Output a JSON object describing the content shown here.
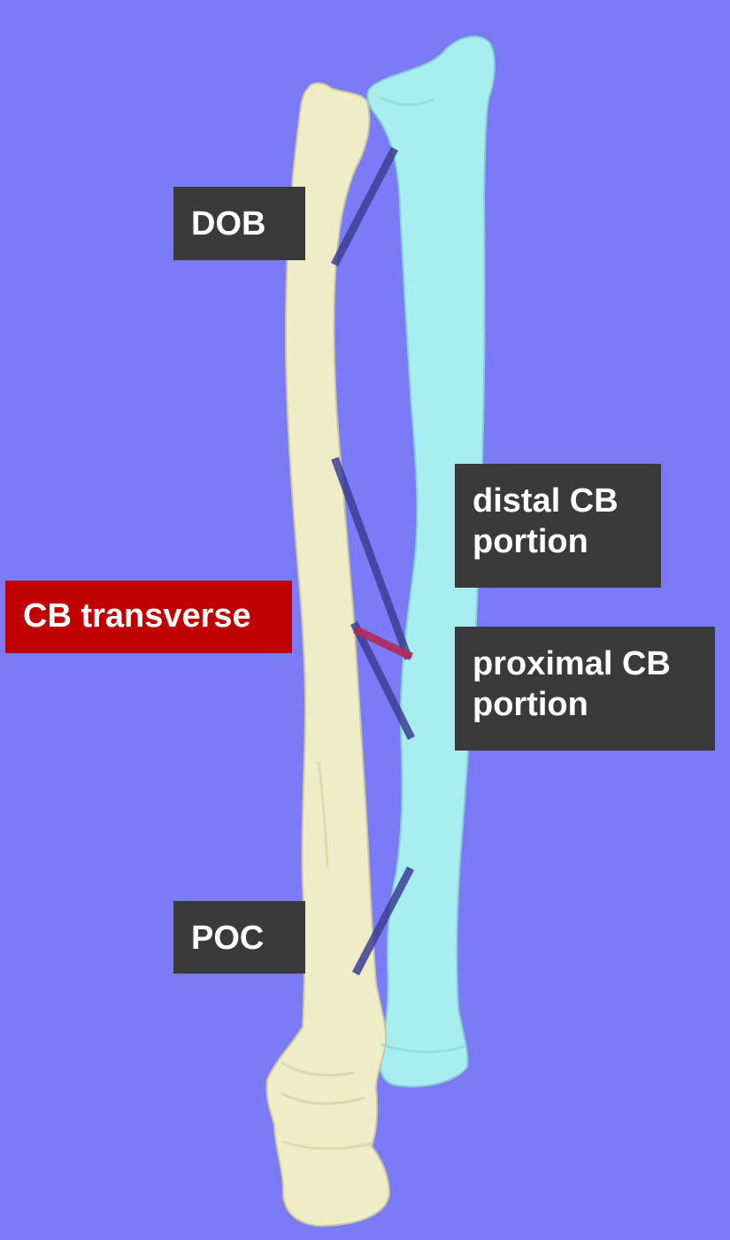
{
  "labels": {
    "dob": "DOB",
    "poc": "POC",
    "distal_line1": "distal CB",
    "distal_line2": "portion",
    "proximal_line1": "proximal CB",
    "proximal_line2": "portion",
    "cb_transverse": "CB transverse"
  },
  "colors": {
    "background": "#7b7bf7",
    "ulna_bone": "#efedc7",
    "radius_bone": "#a8eef0",
    "ligament": "#3d3f94",
    "transverse_ligament": "#b02a5a",
    "label_box": "#3a3a3a",
    "highlight_label_box": "#c00000"
  }
}
